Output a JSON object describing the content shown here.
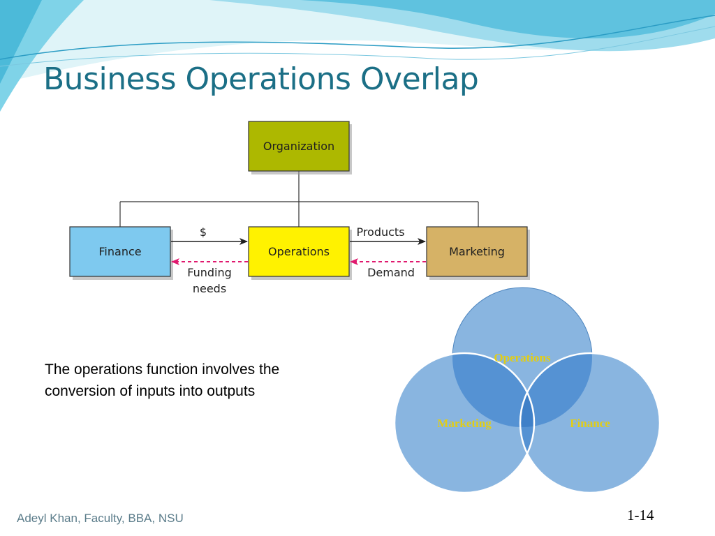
{
  "slide": {
    "title": "Business Operations Overlap",
    "body_text": "The operations function involves the conversion of inputs into outputs",
    "footer": "Adeyl Khan, Faculty, BBA, NSU",
    "slide_number": "1-14"
  },
  "org_chart": {
    "boxes": {
      "organization": "Organization",
      "finance": "Finance",
      "operations": "Operations",
      "marketing": "Marketing"
    },
    "flows": {
      "dollar": "$",
      "products": "Products",
      "funding_line1": "Funding",
      "funding_line2": "needs",
      "demand": "Demand"
    },
    "colors": {
      "organization": "#adb800",
      "finance": "#7ec9ef",
      "operations": "#fff200",
      "marketing": "#d6b266",
      "dashed_arrow": "#e0196e"
    }
  },
  "venn": {
    "operations": "Operations",
    "marketing": "Marketing",
    "finance": "Finance",
    "colors": {
      "circle": "#89b5e0",
      "overlap": "#5592d3",
      "center": "#3f80c8",
      "label": "#e1cd16"
    }
  }
}
